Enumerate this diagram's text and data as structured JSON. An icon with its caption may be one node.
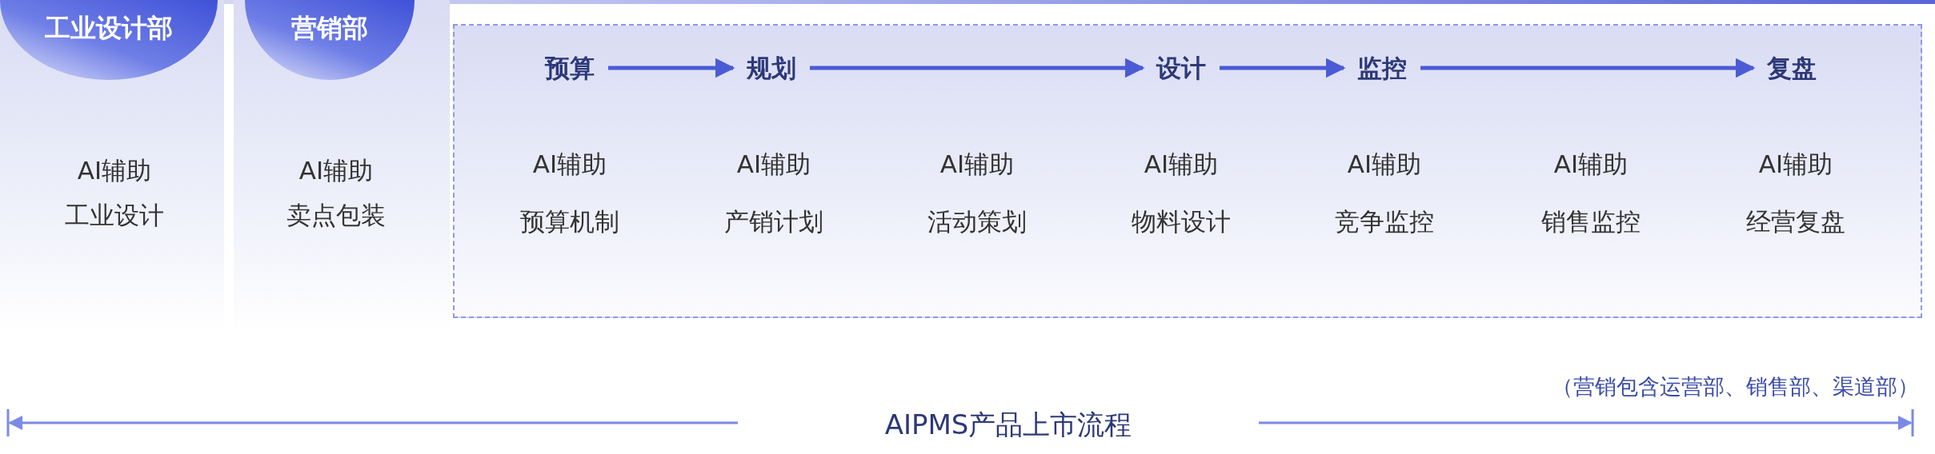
{
  "diagram": {
    "nodes": [
      {
        "text": [
          "工业设计部",
          "AI辅助工业设计"
        ]
      },
      {
        "text": [
          "营销部",
          "AI辅助卖点包装"
        ]
      },
      {
        "text": [],
        "shape": "box"
      },
      {
        "text": [
          "预算"
        ],
        "in": 2
      },
      {
        "text": [
          "规划"
        ],
        "in": 2
      },
      {
        "text": [
          "设计"
        ],
        "in": 2
      },
      {
        "text": [
          "监控"
        ],
        "in": 2
      },
      {
        "text": [
          "复盘"
        ],
        "in": 2
      },
      {
        "text": [
          "AI辅助预算机制"
        ],
        "in": 2
      },
      {
        "text": [
          "AI辅助产销计划"
        ],
        "in": 2
      },
      {
        "text": [
          "AI辅助活动策划"
        ],
        "in": 2
      },
      {
        "text": [
          "AI辅助物料设计"
        ],
        "in": 2
      },
      {
        "text": [
          "AI辅助竞争监控"
        ],
        "in": 2
      },
      {
        "text": [
          "AI辅助销售监控"
        ],
        "in": 2
      },
      {
        "text": [
          "AI辅助经营复盘"
        ],
        "in": 2
      }
    ],
    "edges": [
      {
        "from": 3,
        "to": 4,
        "arrow": "to"
      },
      {
        "from": 4,
        "to": 5,
        "arrow": "to"
      },
      {
        "from": 5,
        "to": 6,
        "arrow": "to"
      },
      {
        "from": 6,
        "to": 7,
        "arrow": "to"
      }
    ],
    "labels": [
      "（营销包含运营部、销售部、渠道部）",
      "AIPMS产品上市流程"
    ]
  }
}
